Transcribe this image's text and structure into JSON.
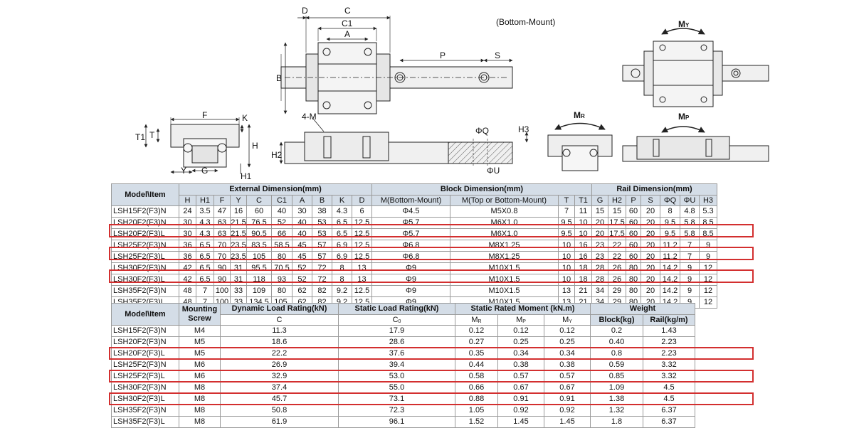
{
  "drawing": {
    "bottom_mount_note": "(Bottom-Mount)",
    "dim_labels": {
      "D": "D",
      "C": "C",
      "C1": "C1",
      "A": "A",
      "B": "B",
      "P": "P",
      "S": "S",
      "F": "F",
      "K": "K",
      "T": "T",
      "T1": "T1",
      "H": "H",
      "H1": "H1",
      "Y": "Y",
      "G": "G",
      "four_m": "4-M",
      "H2": "H2",
      "H3": "H3",
      "phiQ": "ΦQ",
      "phiU": "ΦU"
    },
    "moment_labels": {
      "MY": "M",
      "MY_sub": "Y",
      "MR": "M",
      "MR_sub": "R",
      "MP": "M",
      "MP_sub": "P"
    }
  },
  "table1": {
    "model_header": "Model\\Item",
    "group_headers": [
      "External Dimension(mm)",
      "Block Dimension(mm)",
      "Rail Dimension(mm)"
    ],
    "columns": [
      "H",
      "H1",
      "F",
      "Y",
      "C",
      "C1",
      "A",
      "B",
      "K",
      "D",
      "M(Bottom-Mount)",
      "M(Top or Bottom-Mount)",
      "T",
      "T1",
      "G",
      "H2",
      "P",
      "S",
      "ΦQ",
      "ΦU",
      "H3"
    ],
    "rows": [
      [
        "LSH15F2(F3)N",
        "24",
        "3.5",
        "47",
        "16",
        "60",
        "40",
        "30",
        "38",
        "4.3",
        "6",
        "Φ4.5",
        "M5X0.8",
        "7",
        "11",
        "15",
        "15",
        "60",
        "20",
        "8",
        "4.8",
        "5.3"
      ],
      [
        "LSH20F2(F3)N",
        "30",
        "4.3",
        "63",
        "21.5",
        "76.5",
        "52",
        "40",
        "53",
        "6.5",
        "12.5",
        "Φ5.7",
        "M6X1.0",
        "9.5",
        "10",
        "20",
        "17.5",
        "60",
        "20",
        "9.5",
        "5.8",
        "8.5"
      ],
      [
        "LSH20F2(F3)L",
        "30",
        "4.3",
        "63",
        "21.5",
        "90.5",
        "66",
        "40",
        "53",
        "6.5",
        "12.5",
        "Φ5.7",
        "M6X1.0",
        "9.5",
        "10",
        "20",
        "17.5",
        "60",
        "20",
        "9.5",
        "5.8",
        "8.5"
      ],
      [
        "LSH25F2(F3)N",
        "36",
        "6.5",
        "70",
        "23.5",
        "83.5",
        "58.5",
        "45",
        "57",
        "6.9",
        "12.5",
        "Φ6.8",
        "M8X1.25",
        "10",
        "16",
        "23",
        "22",
        "60",
        "20",
        "11.2",
        "7",
        "9"
      ],
      [
        "LSH25F2(F3)L",
        "36",
        "6.5",
        "70",
        "23.5",
        "105",
        "80",
        "45",
        "57",
        "6.9",
        "12.5",
        "Φ6.8",
        "M8X1.25",
        "10",
        "16",
        "23",
        "22",
        "60",
        "20",
        "11.2",
        "7",
        "9"
      ],
      [
        "LSH30F2(F3)N",
        "42",
        "6.5",
        "90",
        "31",
        "95.5",
        "70.5",
        "52",
        "72",
        "8",
        "13",
        "Φ9",
        "M10X1.5",
        "10",
        "18",
        "28",
        "26",
        "80",
        "20",
        "14.2",
        "9",
        "12"
      ],
      [
        "LSH30F2(F3)L",
        "42",
        "6.5",
        "90",
        "31",
        "118",
        "93",
        "52",
        "72",
        "8",
        "13",
        "Φ9",
        "M10X1.5",
        "10",
        "18",
        "28",
        "26",
        "80",
        "20",
        "14.2",
        "9",
        "12"
      ],
      [
        "LSH35F2(F3)N",
        "48",
        "7",
        "100",
        "33",
        "109",
        "80",
        "62",
        "82",
        "9.2",
        "12.5",
        "Φ9",
        "M10X1.5",
        "13",
        "21",
        "34",
        "29",
        "80",
        "20",
        "14.2",
        "9",
        "12"
      ],
      [
        "LSH35F2(F3)L",
        "48",
        "7",
        "100",
        "33",
        "134.5",
        "105.",
        "62",
        "82",
        "9.2",
        "12.5",
        "Φ9",
        "M10X1.5",
        "13",
        "21",
        "34",
        "29",
        "80",
        "20",
        "14.2",
        "9",
        "12"
      ]
    ]
  },
  "table2": {
    "model_header": "Model\\Item",
    "mounting_header": "Mounting Screw",
    "dynamic_header": "Dynamic Load Rating(kN)",
    "static_header": "Static Load Rating(kN)",
    "moment_header": "Static Rated Moment (kN.m)",
    "weight_header": "Weight",
    "sub_c": "C",
    "sub_c0": "C",
    "sub_c0_idx": "0",
    "sub_mr": "M",
    "sub_mr_idx": "R",
    "sub_mp": "M",
    "sub_mp_idx": "P",
    "sub_my": "M",
    "sub_my_idx": "Y",
    "sub_block": "Block(kg)",
    "sub_rail": "Rail(kg/m)",
    "rows": [
      [
        "LSH15F2(F3)N",
        "M4",
        "11.3",
        "17.9",
        "0.12",
        "0.12",
        "0.12",
        "0.2",
        "1.43"
      ],
      [
        "LSH20F2(F3)N",
        "M5",
        "18.6",
        "28.6",
        "0.27",
        "0.25",
        "0.25",
        "0.40",
        "2.23"
      ],
      [
        "LSH20F2(F3)L",
        "M5",
        "22.2",
        "37.6",
        "0.35",
        "0.34",
        "0.34",
        "0.8",
        "2.23"
      ],
      [
        "LSH25F2(F3)N",
        "M6",
        "26.9",
        "39.4",
        "0.44",
        "0.38",
        "0.38",
        "0.59",
        "3.32"
      ],
      [
        "LSH25F2(F3)L",
        "M6",
        "32.9",
        "53.0",
        "0.58",
        "0.57",
        "0.57",
        "0.85",
        "3.32"
      ],
      [
        "LSH30F2(F3)N",
        "M8",
        "37.4",
        "55.0",
        "0.66",
        "0.67",
        "0.67",
        "1.09",
        "4.5"
      ],
      [
        "LSH30F2(F3)L",
        "M8",
        "45.7",
        "73.1",
        "0.88",
        "0.91",
        "0.91",
        "1.38",
        "4.5"
      ],
      [
        "LSH35F2(F3)N",
        "M8",
        "50.8",
        "72.3",
        "1.05",
        "0.92",
        "0.92",
        "1.32",
        "6.37"
      ],
      [
        "LSH35F2(F3)L",
        "M8",
        "61.9",
        "96.1",
        "1.52",
        "1.45",
        "1.45",
        "1.8",
        "6.37"
      ]
    ]
  },
  "highlight_color": "#d32f2f"
}
